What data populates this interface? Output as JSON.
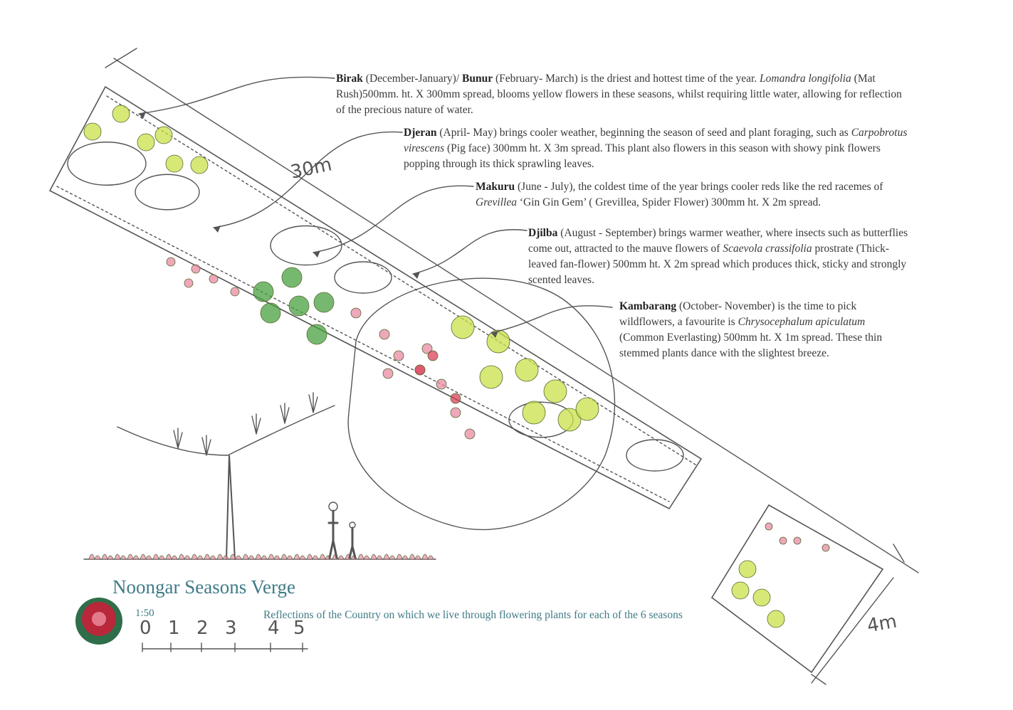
{
  "title": "Noongar Seasons Verge",
  "subtitle": "Reflections of the Country on which we live through flowering plants for each of the 6 seasons",
  "scale": {
    "ratio": "1:50",
    "ticks": [
      "0",
      "1",
      "2",
      "3",
      "4",
      "5"
    ]
  },
  "dimensions": {
    "length": "30m",
    "width": "4m"
  },
  "notes": [
    {
      "season": "Birak",
      "t1": " (December-January)/ ",
      "season2": "Bunur",
      "t2": " (February- March) is the driest and hottest time of the year. ",
      "species": "Lomandra longifolia",
      "t3": " (Mat Rush)500mm. ht. X 300mm spread, blooms yellow flowers in these seasons, whilst requiring little water, allowing for reflection of the precious nature of water."
    },
    {
      "season": "Djeran",
      "t1": " (April- May) brings cooler weather, beginning the season of seed and plant foraging, such as ",
      "species": "Carpobrotus virescens",
      "t2": " (Pig face) 300mm ht. X 3m spread. This plant also flowers in this season with showy pink flowers popping through its thick sprawling leaves."
    },
    {
      "season": "Makuru",
      "t1": " (June - July), the coldest time of the year brings cooler reds like the red racemes of ",
      "species": "Grevillea",
      "t2": " ‘Gin Gin Gem’ ( Grevillea, Spider Flower) 300mm ht. X 2m spread."
    },
    {
      "season": "Djilba",
      "t1": " (August - September) brings warmer weather, where insects such as butterflies come out, attracted to the mauve flowers of ",
      "species": "Scaevola crassifolia",
      "t2": " prostrate (Thick-leaved fan-flower) 500mm ht. X 2m spread which produces thick, sticky and strongly scented leaves."
    },
    {
      "season": "Kambarang",
      "t1": " (October- November) is the time to pick wildflowers, a favourite is ",
      "species": "Chrysocephalum apiculatum",
      "t2": " (Common Everlasting) 500mm ht. X 1m spread. These thin stemmed plants dance with the slightest breeze."
    }
  ],
  "colors": {
    "title": "#3f7b86",
    "pencil": "#555555",
    "yellow_green": "#c9e04a",
    "pink": "#e98aa4",
    "red": "#d9405a",
    "green": "#4aa040",
    "logo_red": "#b8283a",
    "logo_green": "#2f6e4a"
  }
}
